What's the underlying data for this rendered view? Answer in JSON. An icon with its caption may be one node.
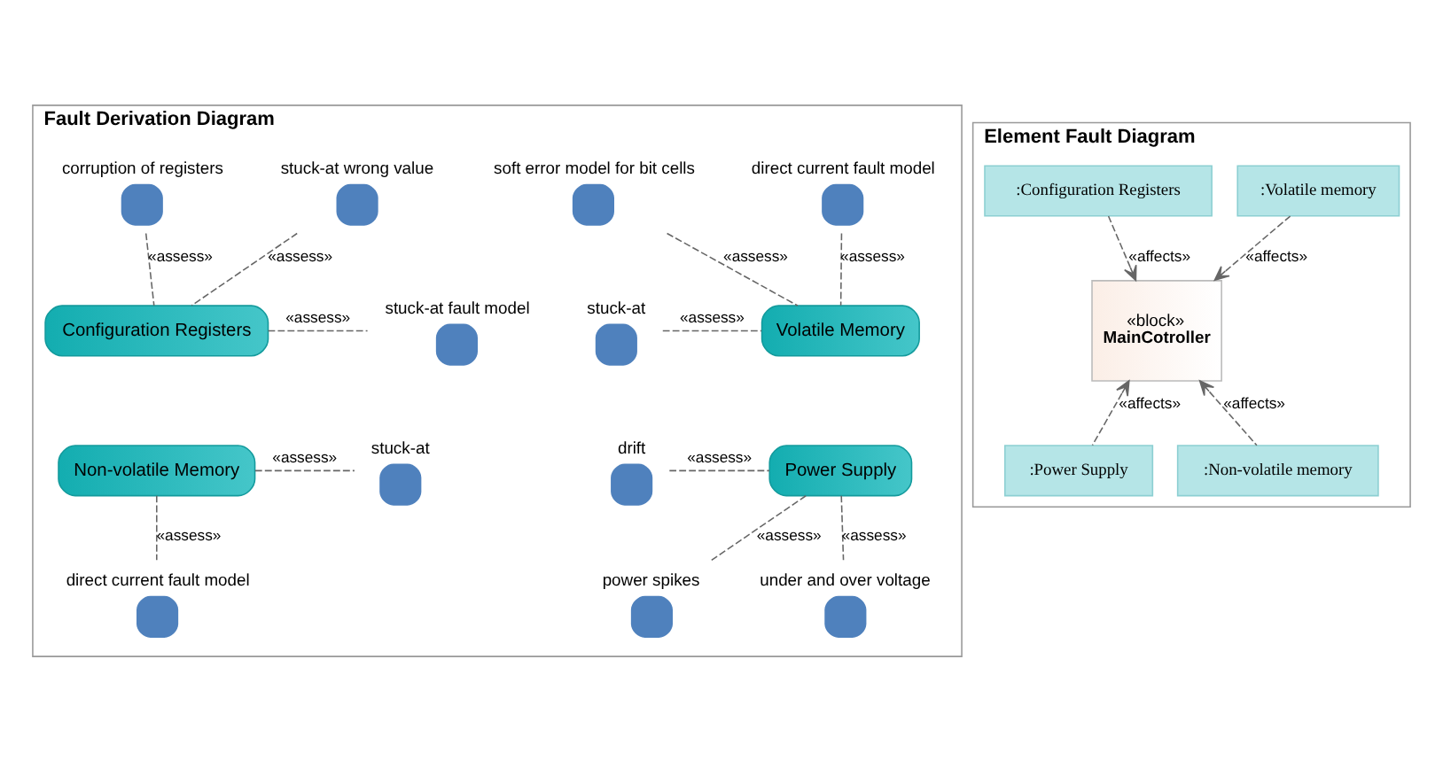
{
  "diagram": {
    "nodes": [
      {
        "text": [
          "Fault Derivation Diagram"
        ]
      },
      {
        "text": [
          "Volatile Memory"
        ],
        "in": 0
      },
      {
        "text": [
          "Configuration Registers"
        ],
        "in": 0
      },
      {
        "text": [
          "Power Supply"
        ],
        "in": 0
      },
      {
        "text": [
          "Non-volatile Memory"
        ],
        "in": 0
      },
      {
        "text": [
          "direct current fault model"
        ],
        "in": 0
      },
      {
        "text": [
          "soft error model for bit cells"
        ],
        "in": 0
      },
      {
        "text": [
          "stuck-at wrong value"
        ],
        "in": 0
      },
      {
        "text": [
          "corruption of registers"
        ],
        "in": 0
      },
      {
        "text": [
          "stuck-at"
        ],
        "in": 0
      },
      {
        "text": [
          "stuck-at fault model"
        ],
        "in": 0
      },
      {
        "text": [
          "drift"
        ],
        "in": 0
      },
      {
        "text": [
          "stuck-at"
        ],
        "in": 0
      },
      {
        "text": [
          "under and over voltage"
        ],
        "in": 0
      },
      {
        "text": [
          "power spikes"
        ],
        "in": 0
      },
      {
        "text": [
          "direct current fault model"
        ],
        "in": 0
      },
      {
        "text": [
          "Element Fault Diagram"
        ]
      },
      {
        "text": [
          ":Volatile memory"
        ],
        "in": 16
      },
      {
        "text": [
          ":Configuration Registers"
        ],
        "in": 16
      },
      {
        "text": [
          "«block»",
          "MainCotroller"
        ],
        "in": 16
      },
      {
        "text": [
          ":Power Supply"
        ],
        "in": 16
      },
      {
        "text": [
          ":Non-volatile memory"
        ],
        "in": 16
      }
    ],
    "edges": [
      {
        "from": 5,
        "to": 1,
        "arrow": "none",
        "label": "«assess»",
        "style": "dashed"
      },
      {
        "from": 6,
        "to": 1,
        "arrow": "none",
        "label": "«assess»",
        "style": "dashed"
      },
      {
        "from": 7,
        "to": 2,
        "arrow": "none",
        "label": "«assess»",
        "style": "dashed"
      },
      {
        "from": 8,
        "to": 2,
        "arrow": "none",
        "label": "«assess»",
        "style": "dashed"
      },
      {
        "from": 9,
        "to": 1,
        "arrow": "none",
        "label": "«assess»",
        "style": "dashed"
      },
      {
        "from": 2,
        "to": 10,
        "arrow": "none",
        "label": "«assess»",
        "style": "dashed"
      },
      {
        "from": 11,
        "to": 3,
        "arrow": "none",
        "label": "«assess»",
        "style": "dashed"
      },
      {
        "from": 4,
        "to": 12,
        "arrow": "none",
        "label": "«assess»",
        "style": "dashed"
      },
      {
        "from": 3,
        "to": 13,
        "arrow": "none",
        "label": "«assess»",
        "style": "dashed"
      },
      {
        "from": 3,
        "to": 14,
        "arrow": "none",
        "label": "«assess»",
        "style": "dashed"
      },
      {
        "from": 4,
        "to": 15,
        "arrow": "none",
        "label": "«assess»",
        "style": "dashed"
      },
      {
        "from": 17,
        "to": 19,
        "arrow": "to",
        "label": "«affects»",
        "style": "dashed"
      },
      {
        "from": 18,
        "to": 19,
        "arrow": "to",
        "label": "«affects»",
        "style": "dashed"
      },
      {
        "from": 20,
        "to": 19,
        "arrow": "to",
        "label": "«affects»",
        "style": "dashed"
      },
      {
        "from": 21,
        "to": 19,
        "arrow": "to",
        "label": "«affects»",
        "style": "dashed"
      }
    ]
  }
}
